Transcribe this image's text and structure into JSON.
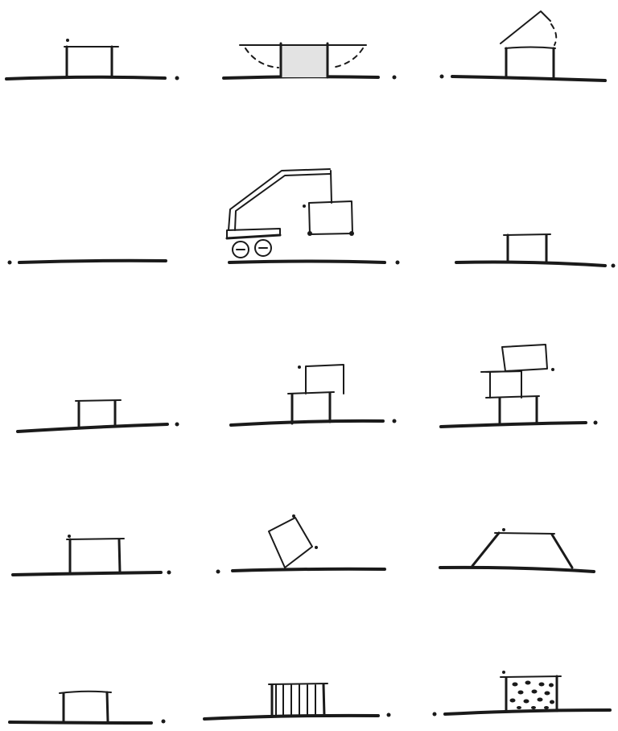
{
  "sketches": [
    {
      "row": 1,
      "col": 1,
      "concept": "single-box"
    },
    {
      "row": 1,
      "col": 2,
      "concept": "filled-box-with-dashed-overhangs"
    },
    {
      "row": 1,
      "col": 3,
      "concept": "box-with-lifted-roof"
    },
    {
      "row": 2,
      "col": 1,
      "concept": "empty-ground"
    },
    {
      "row": 2,
      "col": 2,
      "concept": "crane-placing-box"
    },
    {
      "row": 2,
      "col": 3,
      "concept": "placed-box"
    },
    {
      "row": 3,
      "col": 1,
      "concept": "single-box"
    },
    {
      "row": 3,
      "col": 2,
      "concept": "two-stacked-boxes"
    },
    {
      "row": 3,
      "col": 3,
      "concept": "three-stacked-boxes"
    },
    {
      "row": 4,
      "col": 1,
      "concept": "single-box"
    },
    {
      "row": 4,
      "col": 2,
      "concept": "tilted-box"
    },
    {
      "row": 4,
      "col": 3,
      "concept": "trapezoid"
    },
    {
      "row": 5,
      "col": 1,
      "concept": "single-box"
    },
    {
      "row": 5,
      "col": 2,
      "concept": "box-with-vertical-stripes"
    },
    {
      "row": 5,
      "col": 3,
      "concept": "box-with-dotted-fill"
    }
  ],
  "colors": {
    "ink": "#1a1a1a",
    "fill": "#e0e0e0",
    "background": "#ffffff"
  }
}
